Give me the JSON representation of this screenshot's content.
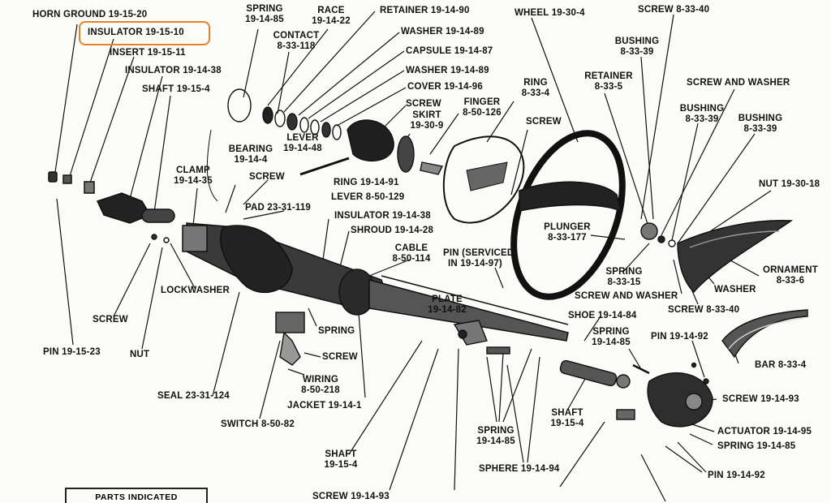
{
  "highlight_color": "#e8822a",
  "labels": {
    "horn_ground": "HORN GROUND  19-15-20",
    "insulator_highlight": "INSULATOR  19-15-10",
    "insert": "INSERT  19-15-11",
    "insulator_top": "INSULATOR  19-14-38",
    "shaft_top": "SHAFT  19-15-4",
    "spring_top_1": "SPRING",
    "spring_top_2": "19-14-85",
    "race_1": "RACE",
    "race_2": "19-14-22",
    "contact_1": "CONTACT",
    "contact_2": "8-33-118",
    "retainer_top": "RETAINER  19-14-90",
    "washer_1": "WASHER  19-14-89",
    "capsule": "CAPSULE  19-14-87",
    "washer_2": "WASHER  19-14-89",
    "cover": "COVER  19-14-96",
    "screw_skirt": "SCREW",
    "skirt_1": "SKIRT",
    "skirt_2": "19-30-9",
    "finger_1": "FINGER",
    "finger_2": "8-50-126",
    "wheel": "WHEEL  19-30-4",
    "ring_top_1": "RING",
    "ring_top_2": "8-33-4",
    "screw_wheel": "SCREW",
    "screw_top_right": "SCREW  8-33-40",
    "bushing_1a": "BUSHING",
    "bushing_1b": "8-33-39",
    "retainer_r1": "RETAINER",
    "retainer_r2": "8-33-5",
    "screw_and_washer_top": "SCREW AND WASHER",
    "bushing_2a": "BUSHING",
    "bushing_2b": "8-33-39",
    "bushing_3a": "BUSHING",
    "bushing_3b": "8-33-39",
    "nut_right": "NUT  19-30-18",
    "bearing_1": "BEARING",
    "bearing_2": "19-14-4",
    "lever_a1": "LEVER",
    "lever_a2": "19-14-48",
    "ring_mid": "RING  19-14-91",
    "lever_mid": "LEVER  8-50-129",
    "screw_mid": "SCREW",
    "clamp_1": "CLAMP",
    "clamp_2": "19-14-35",
    "pad": "PAD  23-31-119",
    "insulator_mid": "INSULATOR  19-14-38",
    "shroud": "SHROUD  19-14-28",
    "cable_1": "CABLE",
    "cable_2": "8-50-114",
    "pin_serviced_1": "PIN (SERVICED",
    "pin_serviced_2": "IN 19-14-97)",
    "plunger_1": "PLUNGER",
    "plunger_2": "8-33-177",
    "spring_plunger_1": "SPRING",
    "spring_plunger_2": "8-33-15",
    "screw_and_washer_mid": "SCREW AND WASHER",
    "washer_right": "WASHER",
    "ornament_1": "ORNAMENT",
    "ornament_2": "8-33-6",
    "screw_bottom_right": "SCREW  8-33-40",
    "lockwasher": "LOCKWASHER",
    "screw_left": "SCREW",
    "nut_left": "NUT",
    "pin_left": "PIN  19-15-23",
    "plate_1": "PLATE",
    "plate_2": "19-14-82",
    "spring_mid": "SPRING",
    "screw_wiring": "SCREW",
    "wiring_1": "WIRING",
    "wiring_2": "8-50-218",
    "seal": "SEAL  23-31-124",
    "jacket": "JACKET  19-14-1",
    "switch": "SWITCH  8-50-82",
    "shoe": "SHOE  19-14-84",
    "spring_shoe_1": "SPRING",
    "spring_shoe_2": "19-14-85",
    "pin_right": "PIN  19-14-92",
    "bar": "BAR  8-33-4",
    "screw_actuator": "SCREW  19-14-93",
    "actuator": "ACTUATOR  19-14-95",
    "spring_actuator": "SPRING  19-14-85",
    "shaft_bottom_1": "SHAFT",
    "shaft_bottom_2": "19-15-4",
    "spring_bottom_1": "SPRING",
    "spring_bottom_2": "19-14-85",
    "sphere": "SPHERE  19-14-94",
    "shaft_left_1": "SHAFT",
    "shaft_left_2": "19-15-4",
    "pin_bottom_right": "PIN  19-14-92",
    "screw_bottom": "SCREW  19-14-93",
    "parts_indicated": "PARTS INDICATED"
  }
}
